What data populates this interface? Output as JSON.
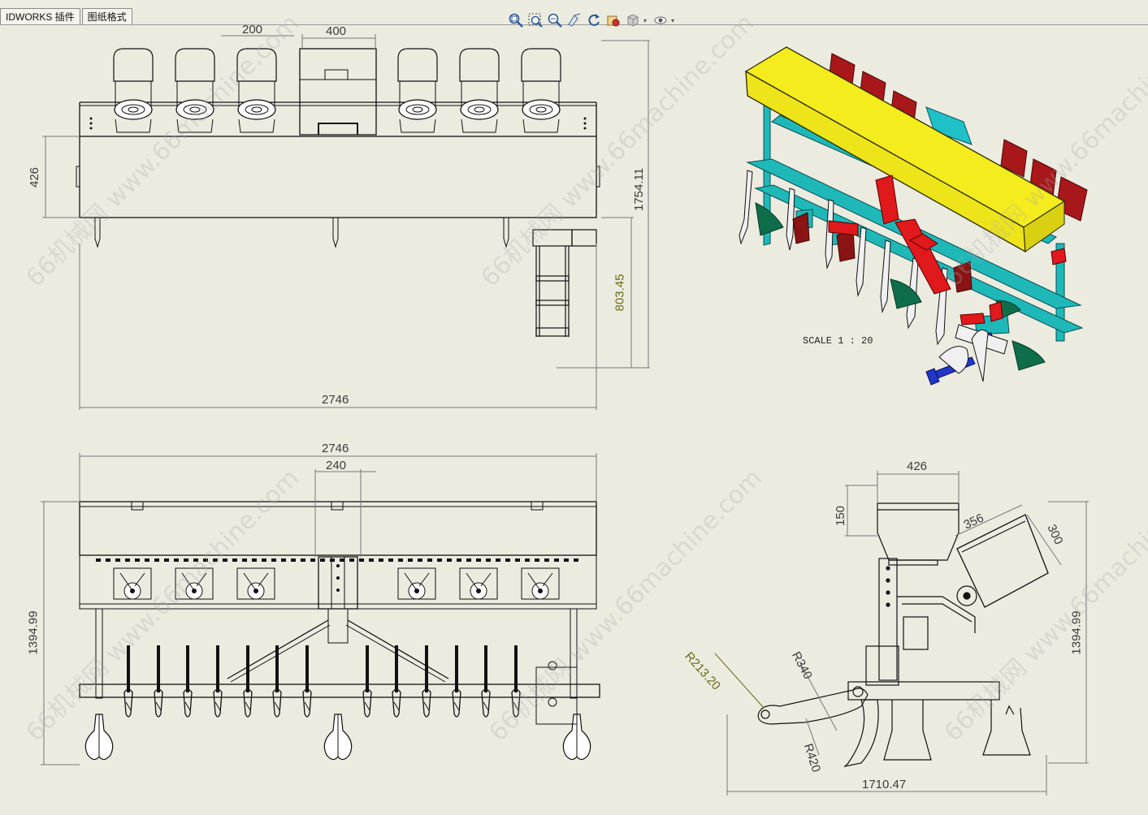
{
  "tabs": [
    {
      "label": "IDWORKS 插件"
    },
    {
      "label": "图纸格式"
    }
  ],
  "toolbar": {
    "icons": [
      "zoom-fit-icon",
      "zoom-area-icon",
      "zoom-in-out-icon",
      "pan-icon",
      "rotate-icon",
      "view-orient-icon",
      "display-style-icon",
      "hide-show-icon"
    ]
  },
  "drawing": {
    "scale_label": "SCALE 1 : 20",
    "watermark": "66机械网 www.66machine.com",
    "dims": {
      "top_200": "200",
      "top_400": "400",
      "top_426": "426",
      "top_1754": "1754.11",
      "top_803": "803.45",
      "top_2746": "2746",
      "front_2746": "2746",
      "front_240": "240",
      "front_1394": "1394.99",
      "side_426": "426",
      "side_150": "150",
      "side_356": "356",
      "side_300": "300",
      "side_1394": "1394.99",
      "side_r213": "R213.20",
      "side_r340": "R340",
      "side_r420": "R420",
      "side_1710": "1710.47"
    }
  },
  "colors": {
    "background": "#ecebe0",
    "line": "#1a1a1a",
    "dimension": "#6e6e6e",
    "iso_hopper": "#f4ec1c",
    "iso_frame": "#1fb8b8",
    "iso_boxes": "#a8171a",
    "iso_hitch": "#e0191c",
    "iso_shoes": "#0f6e4a",
    "iso_blue": "#2236c8"
  }
}
